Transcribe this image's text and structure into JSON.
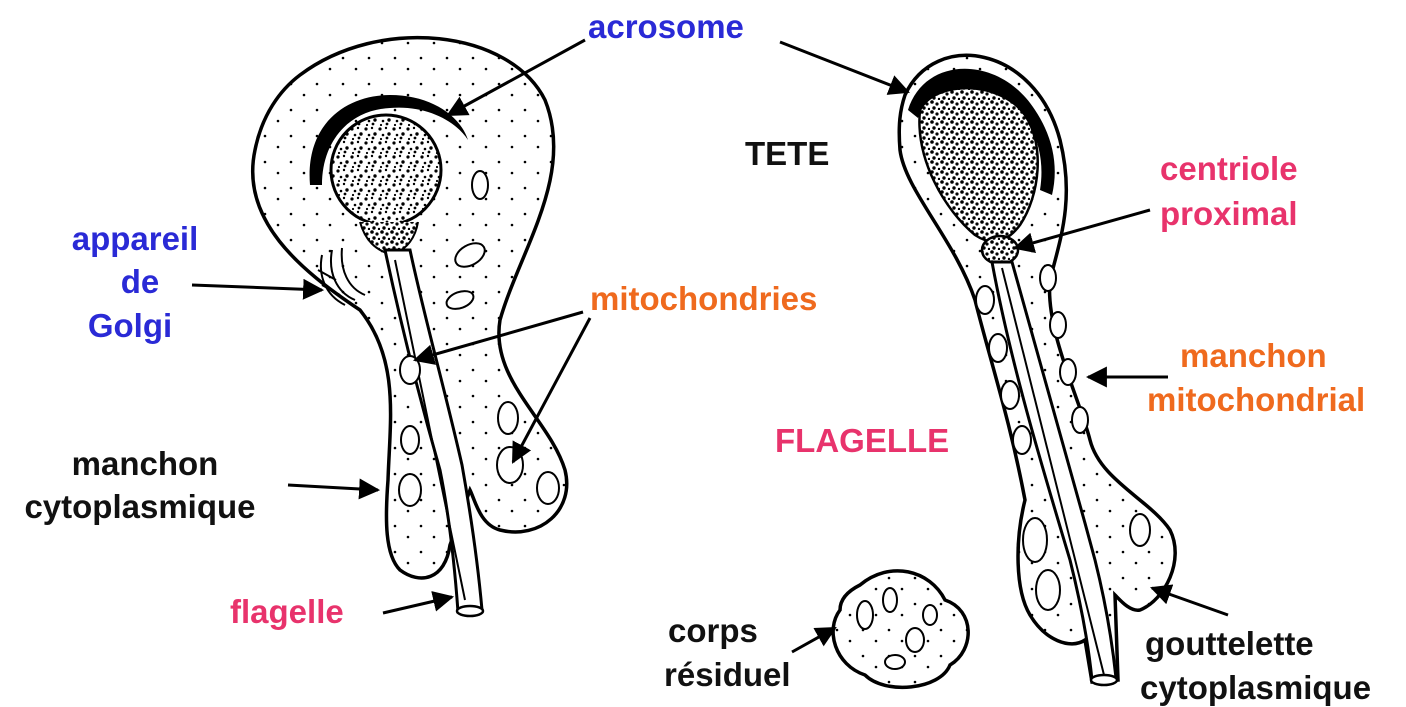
{
  "labels": {
    "acrosome": "acrosome",
    "tete": "TETE",
    "centriole_line1": "centriole",
    "centriole_line2": "proximal",
    "appareil_line1": "appareil",
    "appareil_line2": "de",
    "appareil_line3": "Golgi",
    "mitochondries": "mitochondries",
    "manchon_mito_line1": "manchon",
    "manchon_mito_line2": "mitochondrial",
    "flagelle_upper": "FLAGELLE",
    "manchon_cyto_line1": "manchon",
    "manchon_cyto_line2": "cytoplasmique",
    "flagelle_lower": "flagelle",
    "corps_line1": "corps",
    "corps_line2": "résiduel",
    "gouttelette_line1": "gouttelette",
    "gouttelette_line2": "cytoplasmique"
  },
  "colors": {
    "blue": "#2a2ad6",
    "orange": "#ef6a1e",
    "pink": "#e8336c",
    "black": "#111111"
  }
}
